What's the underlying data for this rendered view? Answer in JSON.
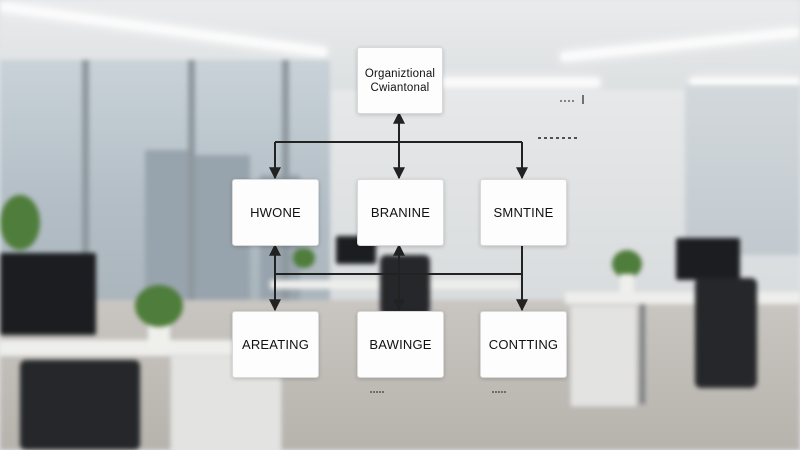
{
  "diagram": {
    "root": {
      "line1": "Organiztional",
      "line2": "Cwiantonal"
    },
    "tier1": [
      {
        "label": "HWONE"
      },
      {
        "label": "BRANINE"
      },
      {
        "label": "SMNTINE"
      }
    ],
    "tier2": [
      {
        "label": "AREATING"
      },
      {
        "label": "BAWINGE"
      },
      {
        "label": "CONTTING"
      }
    ],
    "connector_color": "#222222"
  },
  "background": {
    "scene": "office",
    "accent_colors": [
      "#4f7d3b",
      "#1b1d20",
      "#eeeeec"
    ]
  }
}
